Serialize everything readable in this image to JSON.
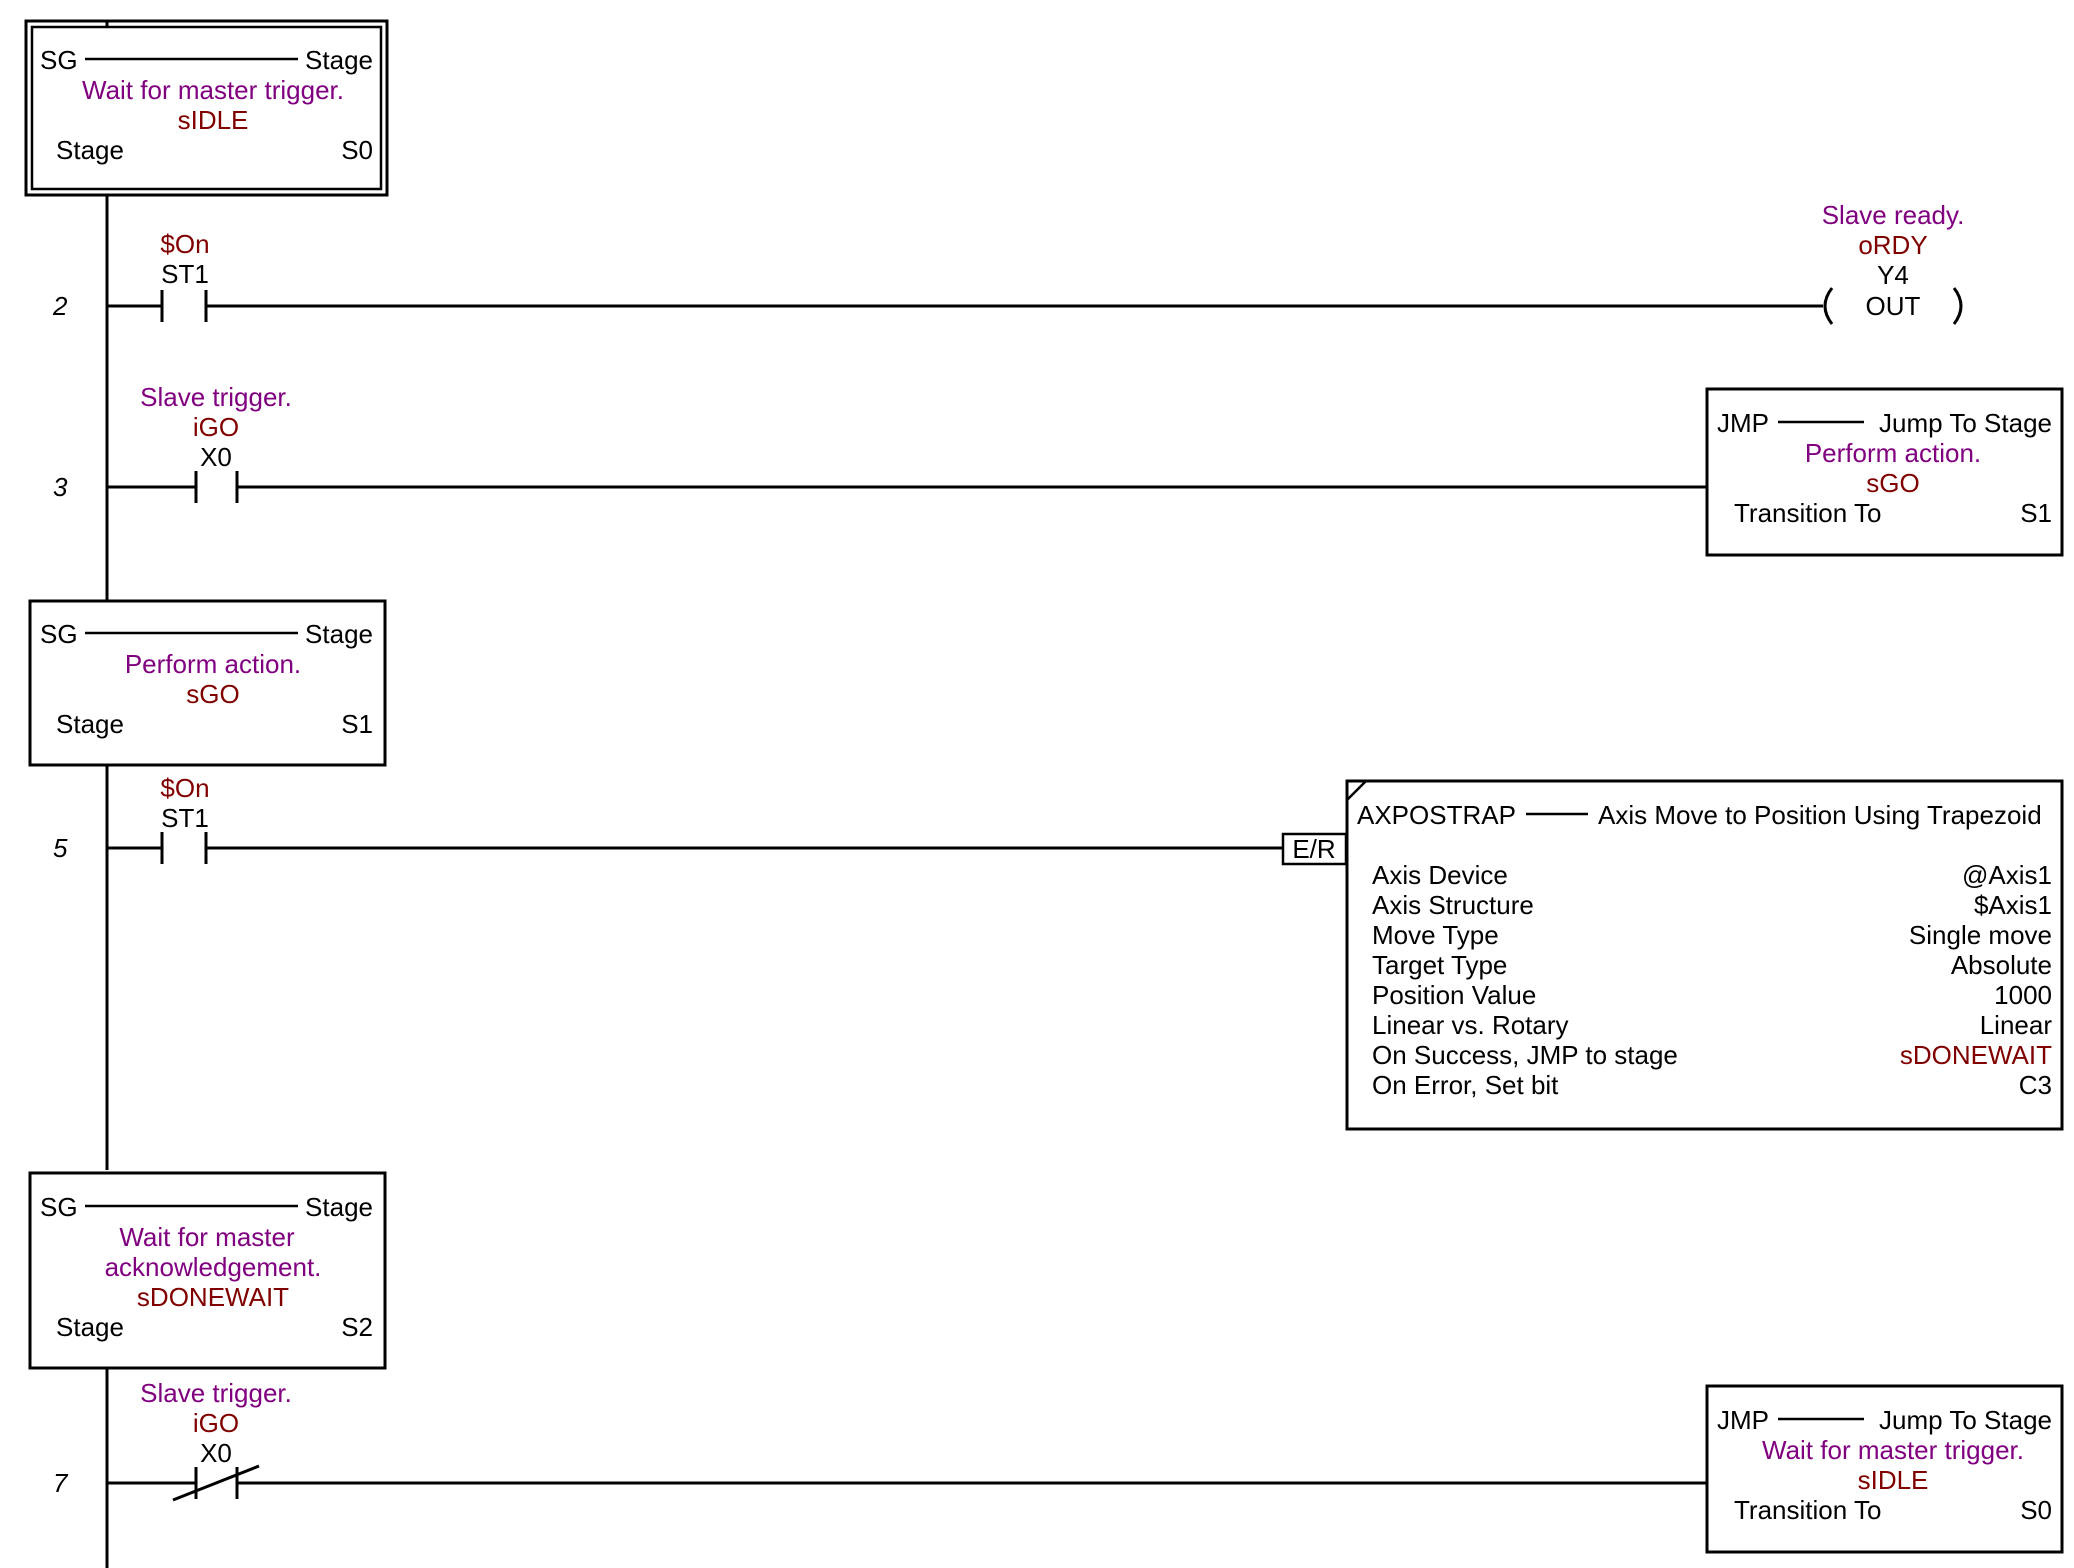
{
  "colors": {
    "wire": "#000000",
    "comment": "#800080",
    "nickname": "#800000",
    "text": "#000000"
  },
  "stage_s0": {
    "left_label": "SG",
    "right_label": "Stage",
    "comment": "Wait for master trigger.",
    "nickname": "sIDLE",
    "bottom_left": "Stage",
    "bottom_right": "S0"
  },
  "rung2": {
    "number": "2",
    "contact": {
      "nickname": "$On",
      "address": "ST1",
      "type": "normally-open"
    },
    "coil": {
      "comment": "Slave ready.",
      "nickname": "oRDY",
      "address": "Y4",
      "instruction": "OUT"
    }
  },
  "rung3": {
    "number": "3",
    "contact": {
      "comment": "Slave trigger.",
      "nickname": "iGO",
      "address": "X0",
      "type": "normally-open"
    },
    "jump": {
      "left_label": "JMP",
      "right_label": "Jump To Stage",
      "comment": "Perform action.",
      "nickname": "sGO",
      "bottom_left": "Transition To",
      "bottom_right": "S1"
    }
  },
  "stage_s1": {
    "left_label": "SG",
    "right_label": "Stage",
    "comment": "Perform action.",
    "nickname": "sGO",
    "bottom_left": "Stage",
    "bottom_right": "S1"
  },
  "rung5": {
    "number": "5",
    "contact": {
      "nickname": "$On",
      "address": "ST1",
      "type": "normally-open"
    },
    "er_tag": "E/R",
    "instruction": {
      "mnemonic": "AXPOSTRAP",
      "title": "Axis Move to Position Using Trapezoid",
      "params": [
        {
          "label": "Axis Device",
          "value": "@Axis1",
          "highlight": false
        },
        {
          "label": "Axis Structure",
          "value": "$Axis1",
          "highlight": false
        },
        {
          "label": "Move Type",
          "value": "Single move",
          "highlight": false
        },
        {
          "label": "Target Type",
          "value": "Absolute",
          "highlight": false
        },
        {
          "label": "Position Value",
          "value": "1000",
          "highlight": false
        },
        {
          "label": "Linear vs. Rotary",
          "value": "Linear",
          "highlight": false
        },
        {
          "label": "On Success, JMP to stage",
          "value": "sDONEWAIT",
          "highlight": true
        },
        {
          "label": "On Error, Set bit",
          "value": "C3",
          "highlight": false
        }
      ]
    }
  },
  "stage_s2": {
    "left_label": "SG",
    "right_label": "Stage",
    "comment_lines": [
      "Wait for master",
      "acknowledgement."
    ],
    "nickname": "sDONEWAIT",
    "bottom_left": "Stage",
    "bottom_right": "S2"
  },
  "rung7": {
    "number": "7",
    "contact": {
      "comment": "Slave trigger.",
      "nickname": "iGO",
      "address": "X0",
      "type": "normally-closed"
    },
    "jump": {
      "left_label": "JMP",
      "right_label": "Jump To Stage",
      "comment": "Wait for master trigger.",
      "nickname": "sIDLE",
      "bottom_left": "Transition To",
      "bottom_right": "S0"
    }
  }
}
